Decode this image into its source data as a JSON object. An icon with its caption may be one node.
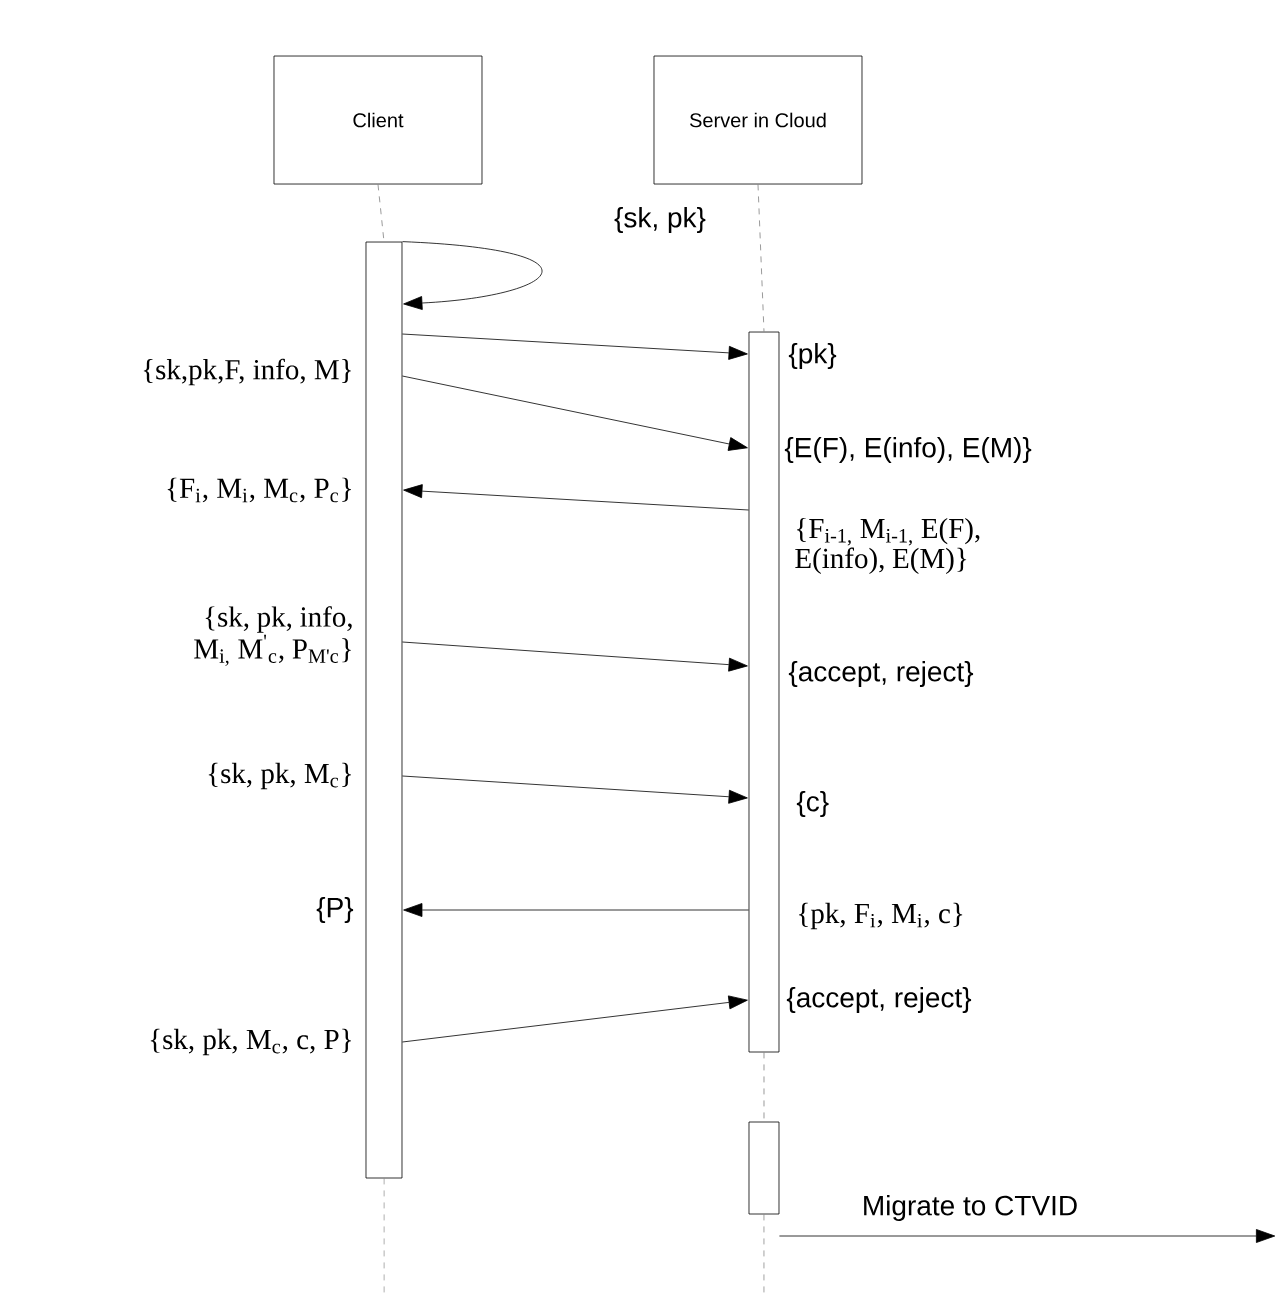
{
  "diagram": {
    "nodes": [
      {
        "text": [
          "Client"
        ]
      },
      {
        "text": [
          "Server in Cloud"
        ]
      },
      {
        "text": [],
        "shape": "bar"
      },
      {
        "text": [],
        "shape": "bar"
      },
      {
        "text": [],
        "shape": "bar"
      }
    ],
    "edges": [
      {
        "from": 0,
        "to": 2,
        "arrow": "none",
        "style": "dashed",
        "color": "#808080"
      },
      {
        "from": 1,
        "to": 3,
        "arrow": "none",
        "style": "dashed",
        "color": "#808080"
      },
      {
        "from": 3,
        "to": 4,
        "arrow": "none",
        "style": "dashed",
        "color": "#808080"
      },
      {
        "from": 2,
        "to": null,
        "arrow": "none",
        "style": "dashed",
        "color": "#808080"
      },
      {
        "from": 4,
        "to": null,
        "arrow": "none",
        "style": "dashed",
        "color": "#808080"
      },
      {
        "from": 2,
        "to": 2,
        "arrow": "to",
        "label": "{sk, pk}"
      },
      {
        "from": 2,
        "to": 3,
        "arrow": "to"
      },
      {
        "from": 2,
        "to": 3,
        "arrow": "to"
      },
      {
        "from": 3,
        "to": 2,
        "arrow": "to"
      },
      {
        "from": 2,
        "to": 3,
        "arrow": "to"
      },
      {
        "from": 2,
        "to": 3,
        "arrow": "to"
      },
      {
        "from": 3,
        "to": 2,
        "arrow": "to"
      },
      {
        "from": 2,
        "to": 3,
        "arrow": "to"
      },
      {
        "from": 4,
        "to": null,
        "arrow": "to",
        "label": "Migrate to CTVID"
      }
    ],
    "labels": [
      "{pk}",
      "{sk,pk,F, info, M}",
      "{E(F), E(info), E(M)}",
      "{F$_{i}$, M$_{i}$, M$_{c}$, P$_{c}$}",
      "{F$_{i-1,}$ M$_{i-1,}$ E(F), E(info), E(M)}",
      "{sk, pk, info, M$_{i,}$ M$^{'}$$_{c}$, P$_{M'c}$}",
      "{accept, reject}",
      "{sk, pk, M$_{c}$}",
      "{c}",
      "{P}",
      "{pk, F$_{i}$, M$_{i}$, c}",
      "{accept, reject}",
      "{sk, pk, M$_{c}$, c, P}"
    ]
  }
}
